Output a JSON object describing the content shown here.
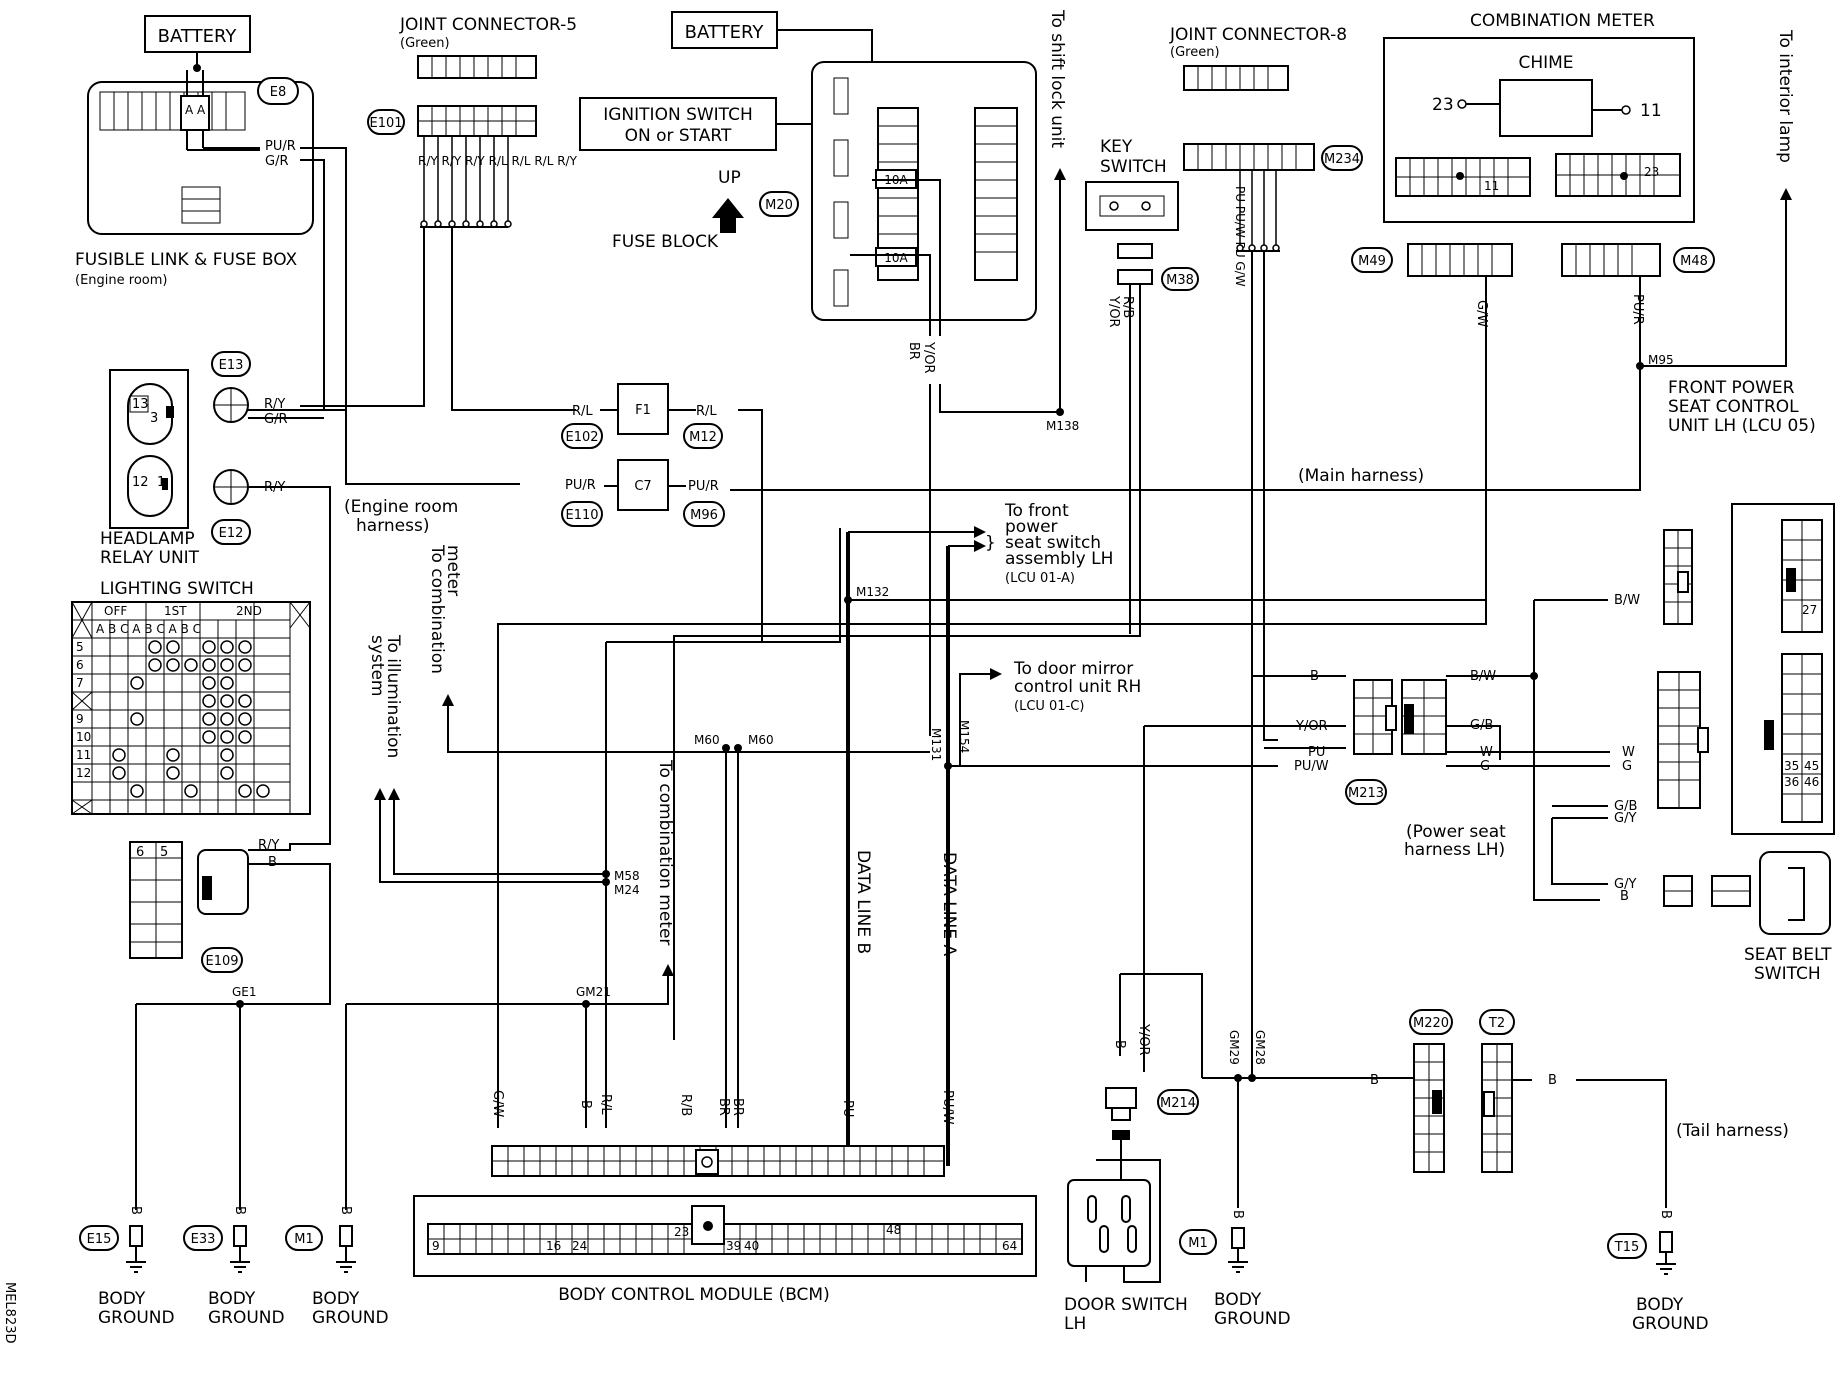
{
  "texts": {
    "battery_left": "BATTERY",
    "battery_mid": "BATTERY",
    "e8": "E8",
    "fusible_link": "FUSIBLE  LINK & FUSE BOX",
    "engine_room": "(Engine room)",
    "w_pur_top": "PU/R",
    "w_gr_top": "G/R",
    "jc5_title": "JOINT CONNECTOR-5",
    "jc5_green": "(Green)",
    "e101": "E101",
    "jc5_wire_labels": "R/Y R/Y R/Y R/L R/L R/L R/Y",
    "ign_switch_line1": "IGNITION  SWITCH",
    "ign_switch_line2": "ON  or  START",
    "up": "UP",
    "m20": "M20",
    "fuse_block": "FUSE BLOCK",
    "fuse_10a_1": "10A",
    "fuse_10a_2": "10A",
    "w_yor_fb": "Y/OR",
    "w_br_fb": "BR",
    "to_shift_lock": "To shift lock unit",
    "jc8_title": "JOINT CONNECTOR-8",
    "jc8_green": "(Green)",
    "key_switch_1": "KEY",
    "key_switch_2": "SWITCH",
    "m234": "M234",
    "m38": "M38",
    "w_rb_ks": "R/B",
    "w_yor_ks": "Y/OR",
    "jc8_wire_labels": "PU PU/W PU G/W",
    "combo_meter": "COMBINATION METER",
    "chime": "CHIME",
    "pin_23": "23",
    "pin_11": "11",
    "pin_11b": "11",
    "pin_23b": "23",
    "to_interior_lamp": "To interior lamp",
    "m49": "M49",
    "m48": "M48",
    "w_gw_m49": "G/W",
    "w_pur_m48": "PU/R",
    "m95": "M95",
    "fpscu_1": "FRONT  POWER",
    "fpscu_2": "SEAT CONTROL",
    "fpscu_3": "UNIT LH  (LCU  05)",
    "e13": "E13",
    "w_ry_e13": "R/Y",
    "w_gr_e13": "G/R",
    "e12": "E12",
    "w_ry_e12": "R/Y",
    "headlamp_1": "HEADLAMP",
    "headlamp_2": "RELAY UNIT",
    "hr_13": "13",
    "hr_3": "3",
    "hr_12": "12",
    "hr_1": "1",
    "w_rl_1": "R/L",
    "f1": "F1",
    "w_rl_2": "R/L",
    "e102": "E102",
    "m12": "M12",
    "w_pur_1": "PU/R",
    "c7": "C7",
    "w_pur_2": "PU/R",
    "e110": "E110",
    "m96": "M96",
    "m138": "M138",
    "main_harness": "(Main harness)",
    "engine_harness_1": "(Engine room",
    "engine_harness_2": "harness)",
    "to_front_seat_1": "To front",
    "to_front_seat_2": "power",
    "to_front_seat_3": "seat switch",
    "to_front_seat_4": "assembly LH",
    "to_front_seat_5": "(LCU 01-A)",
    "to_combo_meter_1": "To combination",
    "to_combo_meter_2": "meter",
    "to_illum_1": "To illumination",
    "to_illum_2": "system",
    "m132": "M132",
    "to_door_mirror_1": "To door mirror",
    "to_door_mirror_2": "control unit RH",
    "to_door_mirror_3": "(LCU 01-C)",
    "m60a": "M60",
    "m60b": "M60",
    "m131": "M131",
    "m154": "M154",
    "to_combo_meter_v": "To combination meter",
    "data_line_b": "DATA LINE  B",
    "data_line_a": "DATA LINE  A",
    "lighting_switch": "LIGHTING SWITCH",
    "ls_off": "OFF",
    "ls_1st": "1ST",
    "ls_2nd": "2ND",
    "ls_cols": "A B C A B C A B C",
    "ls_row5": "5",
    "ls_row6": "6",
    "ls_row7": "7",
    "ls_row9": "9",
    "ls_row10": "10",
    "ls_row11": "11",
    "ls_row12": "12",
    "e109": "E109",
    "e109_6": "6",
    "e109_5": "5",
    "w_ry_e109": "R/Y",
    "w_b_e109": "B",
    "m58": "M58",
    "m24": "M24",
    "ge1": "GE1",
    "gm21": "GM21",
    "bcm_w1": "G/W",
    "bcm_w2": "B",
    "bcm_w3": "R/L",
    "bcm_w4": "R/B",
    "bcm_w5": "BR",
    "bcm_w6": "BR",
    "bcm_w7": "PU",
    "bcm_w8": "PU/W",
    "bcm_9": "9",
    "bcm_16": "16",
    "bcm_24": "24",
    "bcm_23": "23",
    "bcm_39": "39",
    "bcm_40": "40",
    "bcm_48": "48",
    "bcm_64": "64",
    "bcm_name": "BODY CONTROL MODULE  (BCM)",
    "e15": "E15",
    "e33": "E33",
    "m1a": "M1",
    "gnd_b1": "B",
    "gnd_b2": "B",
    "gnd_b3": "B",
    "bg1_1": "BODY",
    "bg1_2": "GROUND",
    "bg2_1": "BODY",
    "bg2_2": "GROUND",
    "bg3_1": "BODY",
    "bg3_2": "GROUND",
    "mel": "MEL823D",
    "w_b_m213": "B",
    "w_yor_m213": "Y/OR",
    "w_pu_m213": "PU",
    "w_puw_m213": "PU/W",
    "m213": "M213",
    "w_bw_1": "B/W",
    "w_gb_1": "G/B",
    "w_w_1": "W",
    "w_g_1": "G",
    "w_bw_2": "B/W",
    "w_w_2": "W",
    "w_g_2": "G",
    "w_gb_2": "G/B",
    "w_gy_1": "G/Y",
    "w_gy_2": "G/Y",
    "w_b_sb": "B",
    "ps_harness_1": "(Power seat",
    "ps_harness_2": "harness  LH)",
    "pin_27": "27",
    "pin_35": "35",
    "pin_45": "45",
    "pin_36": "36",
    "pin_46": "46",
    "seat_belt_1": "SEAT BELT",
    "seat_belt_2": "SWITCH",
    "w_b_ds": "B",
    "w_yor_ds": "Y/OR",
    "m214": "M214",
    "door_switch_1": "DOOR SWITCH",
    "door_switch_2": "LH",
    "gm29": "GM29",
    "gm28": "GM28",
    "w_b_m1": "B",
    "m1b": "M1",
    "bg4_1": "BODY",
    "bg4_2": "GROUND",
    "w_b_m220": "B",
    "m220": "M220",
    "t2": "T2",
    "w_b_t2": "B",
    "tail_harness": "(Tail harness)",
    "w_b_t15": "B",
    "t15": "T15",
    "bg5_1": "BODY",
    "bg5_2": "GROUND"
  }
}
